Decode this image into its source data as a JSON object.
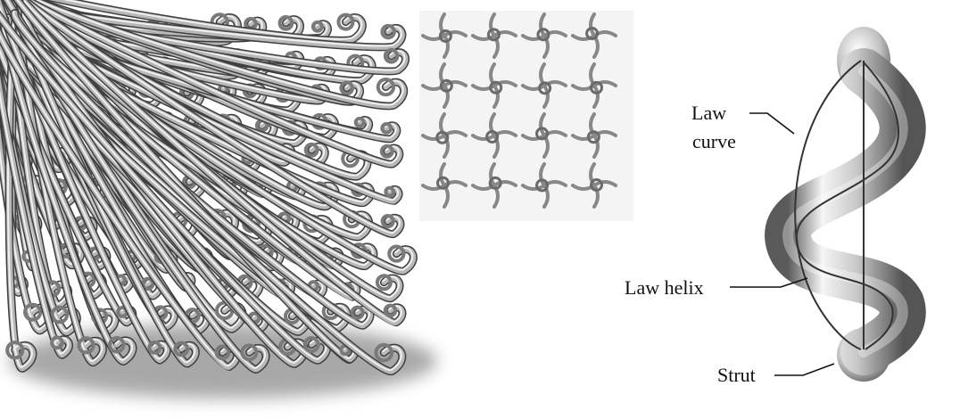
{
  "figure": {
    "callouts": {
      "law_curve_line1": "Law",
      "law_curve_line2": "curve",
      "law_helix": "Law helix",
      "strut": "Strut"
    },
    "colors": {
      "background": "#ffffff",
      "tube_light": "#f2f2f2",
      "tube_mid": "#b5b5b5",
      "tube_dark": "#4a4a4a",
      "shadow": "#8c8c8c",
      "inset_bg": "#f4f4f4",
      "label_text": "#111111",
      "leader_line": "#111111"
    },
    "panels": [
      {
        "id": "lattice-3d",
        "depicts": "3D lattice of tubular helical struts with ground shadow"
      },
      {
        "id": "lattice-top-view",
        "depicts": "2D top view of the tube lattice"
      },
      {
        "id": "single-strut",
        "depicts": "single helical tube strut with annotations"
      }
    ]
  }
}
